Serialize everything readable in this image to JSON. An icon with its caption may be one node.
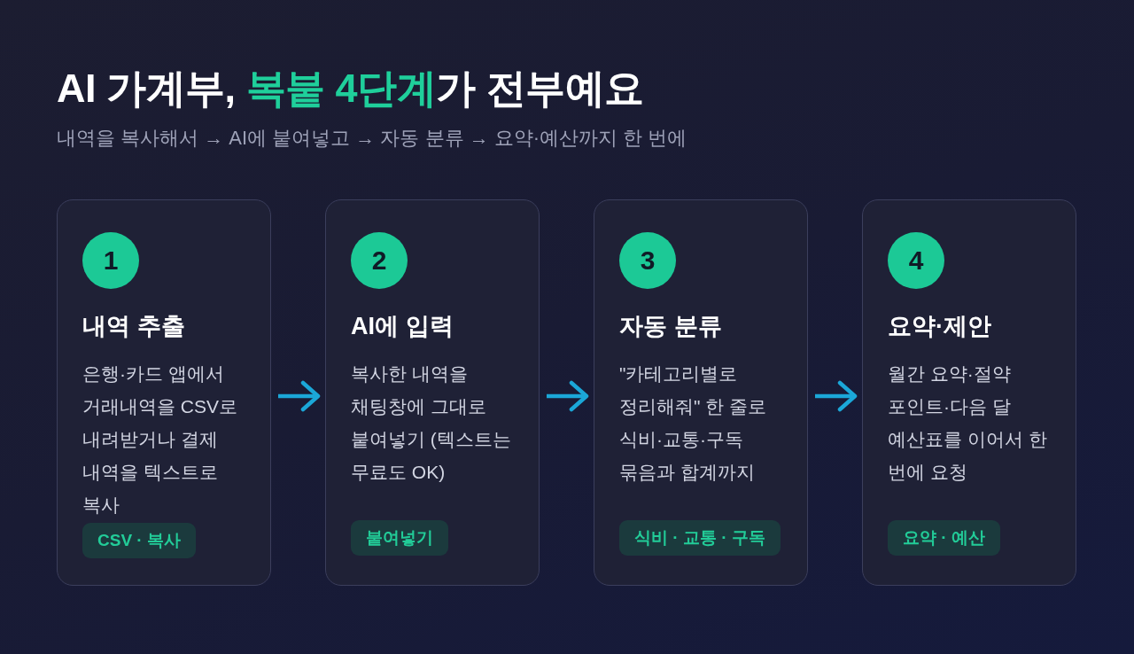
{
  "diagram": {
    "title": "AI 가계부, **복붙 4단계**가 전부예요",
    "nodes": [
      {
        "text": [
          "내역 추출",
          "은행·카드 앱에서 거래내역을 CSV로 내려받거나 결제 내역을 텍스트로 복사"
        ]
      },
      {
        "text": [
          "1"
        ],
        "in": 0
      },
      {
        "text": [
          "CSV · 복사"
        ],
        "in": 0
      },
      {
        "text": [
          "AI에 입력",
          "복사한 내역을 채팅창에 그대로 붙여넣기 (텍스트는 무료도 OK)"
        ]
      },
      {
        "text": [
          "2"
        ],
        "in": 3
      },
      {
        "text": [
          "붙여넣기"
        ],
        "in": 3
      },
      {
        "text": [
          "자동 분류",
          "\"카테고리별로 정리해줘\" 한 줄로 식비·교통·구독 묶음과 합계까지"
        ]
      },
      {
        "text": [
          "3"
        ],
        "in": 6
      },
      {
        "text": [
          "식비 · 교통 · 구독"
        ],
        "in": 6
      },
      {
        "text": [
          "요약·제안",
          "월간 요약·절약 포인트·다음 달 예산표를 이어서 한 번에 요청"
        ]
      },
      {
        "text": [
          "4"
        ],
        "in": 9
      },
      {
        "text": [
          "요약 · 예산"
        ],
        "in": 9
      }
    ],
    "edges": [
      {
        "from": 0,
        "to": 3,
        "arrow": "to"
      },
      {
        "from": 3,
        "to": 6,
        "arrow": "to"
      },
      {
        "from": 6,
        "to": 9,
        "arrow": "to"
      }
    ],
    "labels": [
      "내역을 복사해서 → AI에 붙여넣고 → 자동 분류 → 요약·예산까지 한 번에"
    ]
  }
}
